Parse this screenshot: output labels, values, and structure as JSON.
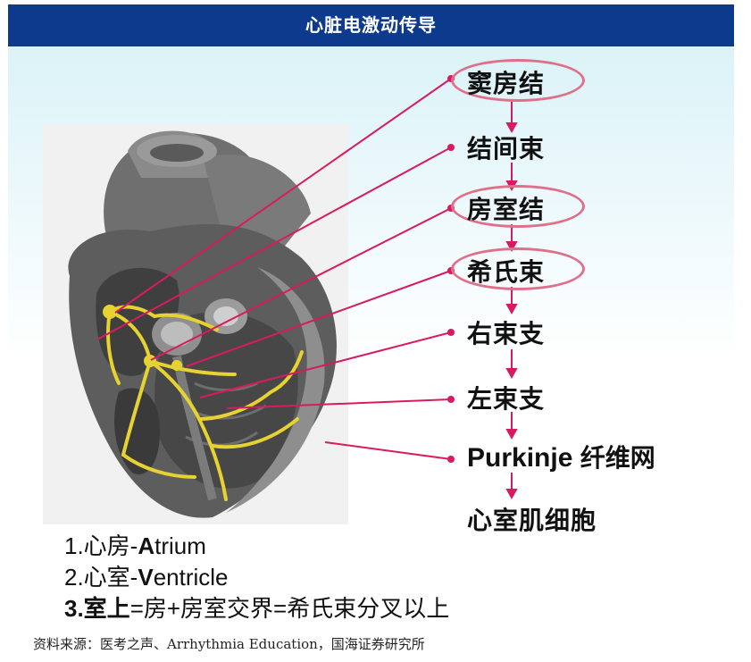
{
  "title": "心脏电激动传导",
  "flow": {
    "steps": [
      {
        "label": "窦房结",
        "circled": true
      },
      {
        "label": "结间束",
        "circled": false
      },
      {
        "label": "房室结",
        "circled": true
      },
      {
        "label": "希氏束",
        "circled": true
      },
      {
        "label": "右束支",
        "circled": false
      },
      {
        "label": "左束支",
        "circled": false
      },
      {
        "label_latin": "Purkinje",
        "label_cjk": "纤维网",
        "circled": false
      },
      {
        "label": "心室肌细胞",
        "circled": false
      }
    ]
  },
  "legend": {
    "line1_num": "1.心房-",
    "line1_bold": "A",
    "line1_rest": "trium",
    "line2_num": "2.心室-",
    "line2_bold": "V",
    "line2_rest": "entricle",
    "line3_bold": "3.室上",
    "line3_rest": "=房+房室交界=希氏束分叉以上"
  },
  "source": "资料来源：医考之声、Arrhythmia Education，国海证券研究所",
  "colors": {
    "title_bar": "#0d3a8c",
    "pointer": "#d81b60",
    "oval": "#e0708a",
    "conduction_fiber": "#e6d230"
  }
}
